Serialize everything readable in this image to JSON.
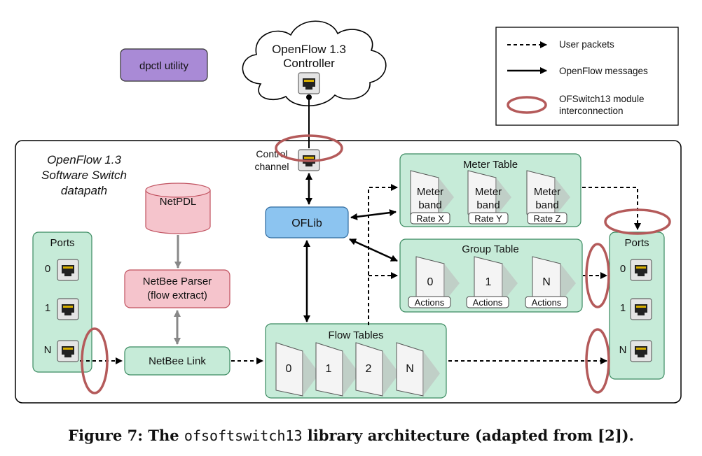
{
  "colors": {
    "green_fill": "#c6ebd8",
    "green_stroke": "#3a8a60",
    "pink_fill": "#f5c4cc",
    "pink_stroke": "#c0505e",
    "blue_fill": "#8cc4f0",
    "purple_fill": "#a98ad6",
    "ring": "#b45a5a"
  },
  "controller": {
    "line1": "OpenFlow 1.3",
    "line2": "Controller"
  },
  "dpctl": {
    "label": "dpctl utility"
  },
  "legend": {
    "user_packets": "User packets",
    "openflow_messages": "OpenFlow messages",
    "module_line1": "OFSwitch13 module",
    "module_line2": "interconnection"
  },
  "datapath": {
    "line1": "OpenFlow 1.3",
    "line2": "Software Switch",
    "line3": "datapath"
  },
  "control_channel": {
    "line1": "Control",
    "line2": "channel"
  },
  "netpdl": {
    "label": "NetPDL"
  },
  "parser": {
    "line1": "NetBee Parser",
    "line2": "(flow extract)"
  },
  "netbee_link": {
    "label": "NetBee Link"
  },
  "oflib": {
    "label": "OFLib"
  },
  "meter_table": {
    "title": "Meter Table",
    "bands": [
      {
        "line1": "Meter",
        "line2": "band",
        "rate": "Rate X"
      },
      {
        "line1": "Meter",
        "line2": "band",
        "rate": "Rate Y"
      },
      {
        "line1": "Meter",
        "line2": "band",
        "rate": "Rate Z"
      }
    ]
  },
  "group_table": {
    "title": "Group Table",
    "groups": [
      {
        "id": "0",
        "label": "Actions"
      },
      {
        "id": "1",
        "label": "Actions"
      },
      {
        "id": "N",
        "label": "Actions"
      }
    ]
  },
  "flow_tables": {
    "title": "Flow Tables",
    "tables": [
      "0",
      "1",
      "2",
      "N"
    ]
  },
  "ports_left": {
    "title": "Ports",
    "labels": [
      "0",
      "1",
      "N"
    ]
  },
  "ports_right": {
    "title": "Ports",
    "labels": [
      "0",
      "1",
      "N"
    ]
  },
  "caption": {
    "prefix": "Figure 7: The ",
    "code": "ofsoftswitch13",
    "suffix": " library architecture (adapted from [2])."
  }
}
